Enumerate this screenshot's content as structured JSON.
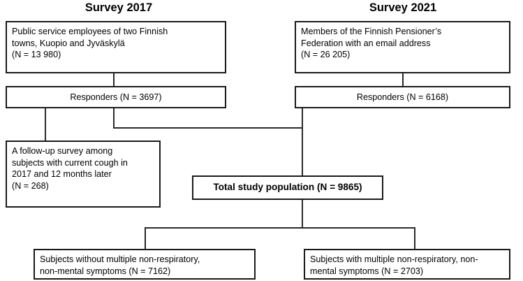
{
  "figure": {
    "type": "flowchart",
    "title_left": "Survey 2017",
    "title_right": "Survey 2021"
  },
  "headings": [
    {
      "id": "survey-2017",
      "label": "Survey 2017"
    },
    {
      "id": "survey-2021",
      "label": "Survey 2021"
    }
  ],
  "nodes": {
    "source_2017": {
      "line1": "Public service employees of two Finnish",
      "line2": "towns, Kuopio and Jyväskylä",
      "line3": "(N = 13 980)",
      "n": "13 980"
    },
    "source_2021": {
      "line1": "Members of the Finnish Pensioner’s",
      "line2": "Federation with an email address",
      "line3": "(N = 26 205)",
      "n": "26 205"
    },
    "responders_2017": {
      "line1": "Responders (N = 3697)",
      "n": "3697"
    },
    "responders_2021": {
      "line1": "Responders (N = 6168)",
      "n": "6168"
    },
    "followup": {
      "line1": "A follow-up survey among",
      "line2": "subjects with current cough in",
      "line3": "2017 and 12 months later",
      "line4": "(N = 268)",
      "n": "268"
    },
    "total": {
      "line1": "Total study population (N = 9865)",
      "n": "9865"
    },
    "without_symptoms": {
      "line1": "Subjects without multiple non-respiratory,",
      "line2": "non-mental symptoms (N = 7162)",
      "n": "7162"
    },
    "with_symptoms": {
      "line1": "Subjects with multiple non-respiratory, non-",
      "line2": "mental symptoms (N = 2703)",
      "n": "2703"
    }
  },
  "colors": {
    "border": "#1a1a1a",
    "connector": "#2a2a2a",
    "background": "#ffffff",
    "text": "#000000"
  }
}
